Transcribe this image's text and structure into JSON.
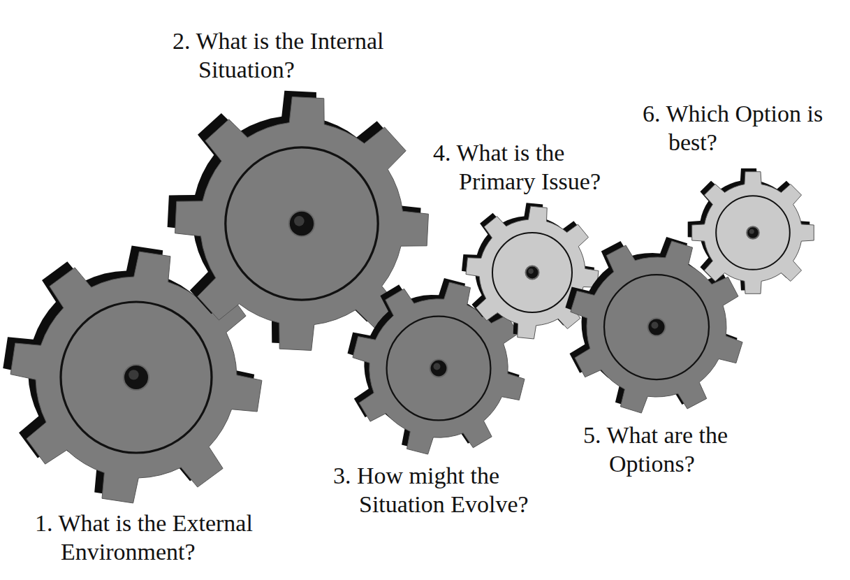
{
  "diagram": {
    "nodes": [
      {
        "text": [
          "1. What is the External Environment?"
        ]
      },
      {
        "text": [
          "2. What is the Internal Situation?"
        ]
      },
      {
        "text": [
          "3. How might the Situation Evolve?"
        ]
      },
      {
        "text": [
          "4. What is the Primary Issue?"
        ]
      },
      {
        "text": [
          "5. What are the Options?"
        ]
      },
      {
        "text": [
          "6. Which Option is best?"
        ]
      }
    ]
  }
}
